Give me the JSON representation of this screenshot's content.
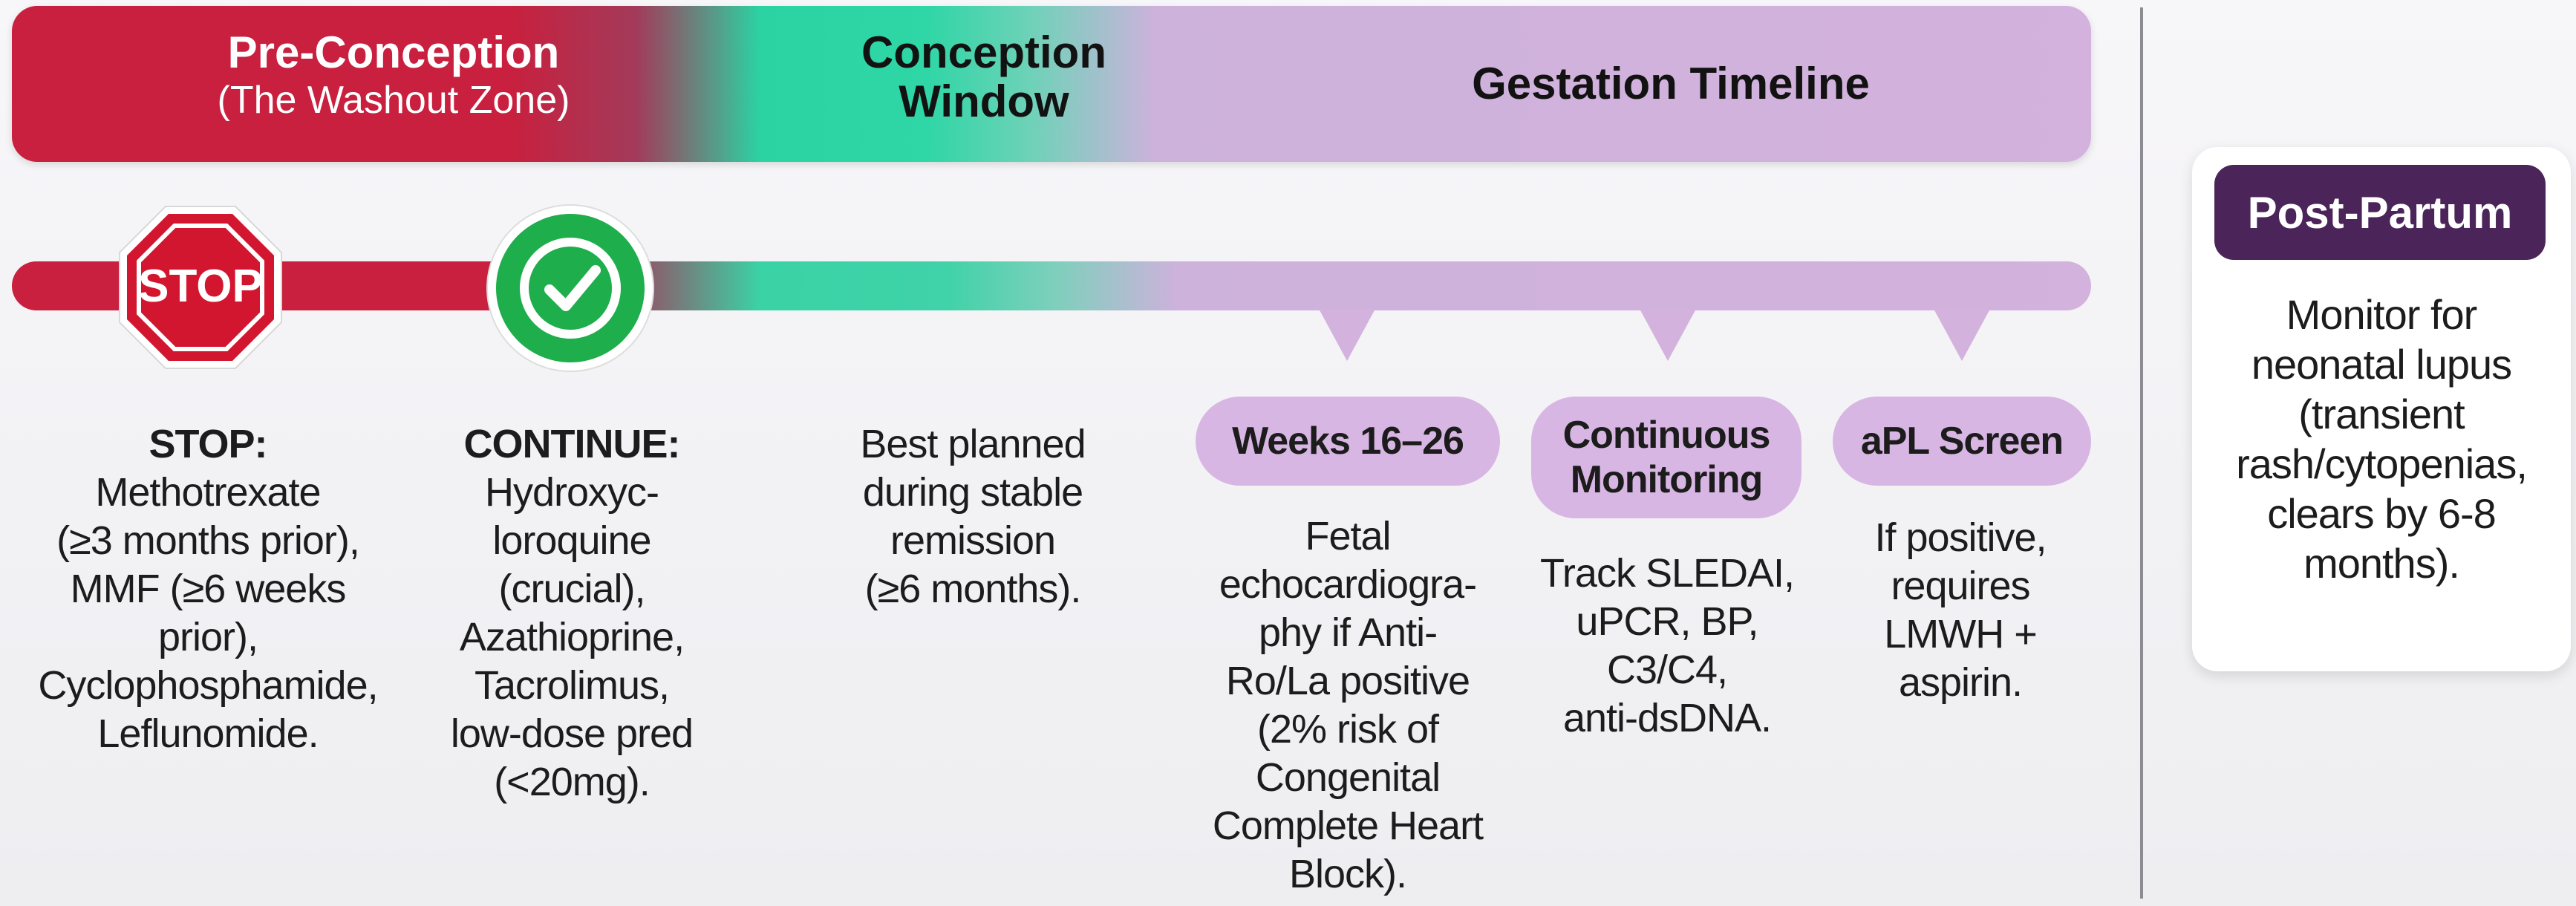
{
  "banner": {
    "pre_conception_title": "Pre-Conception",
    "pre_conception_subtitle": "(The Washout Zone)",
    "conception_title_line1": "Conception",
    "conception_title_line2": "Window",
    "gestation_title": "Gestation Timeline"
  },
  "icons": {
    "stop_sign_text": "STOP",
    "check_icon": "check-circle"
  },
  "stop_column": {
    "heading": "STOP:",
    "lines": [
      "Methotrexate",
      "(≥3 months prior),",
      "MMF (≥6 weeks",
      "prior),",
      "Cyclophosphamide,",
      "Leflunomide."
    ]
  },
  "continue_column": {
    "heading": "CONTINUE:",
    "lines": [
      "Hydroxyc-",
      "loroquine",
      "(crucial),",
      "Azathioprine,",
      "Tacrolimus,",
      "low-dose pred",
      "(<20mg)."
    ]
  },
  "conception_column": {
    "lines": [
      "Best planned",
      "during stable",
      "remission",
      "(≥6 months)."
    ]
  },
  "weeks_column": {
    "pill": "Weeks 16–26",
    "lines": [
      "Fetal",
      "echocardiogra-",
      "phy if Anti-",
      "Ro/La positive",
      "(2% risk of",
      "Congenital",
      "Complete Heart",
      "Block)."
    ]
  },
  "monitoring_column": {
    "pill_line1": "Continuous",
    "pill_line2": "Monitoring",
    "lines": [
      "Track SLEDAI,",
      "uPCR, BP,",
      "C3/C4,",
      "anti-dsDNA."
    ]
  },
  "apl_column": {
    "pill": "aPL Screen",
    "lines": [
      "If positive,",
      "requires",
      "LMWH +",
      "aspirin."
    ]
  },
  "post_partum": {
    "title": "Post-Partum",
    "lines": [
      "Monitor for",
      "neonatal lupus",
      "(transient",
      "rash/cytopenias,",
      "clears by 6-8",
      "months)."
    ]
  },
  "colors": {
    "pre_conception": "#c8203e",
    "conception": "#2fd6a6",
    "gestation": "#d3b2dd",
    "post_partum_badge": "#4b2459"
  }
}
